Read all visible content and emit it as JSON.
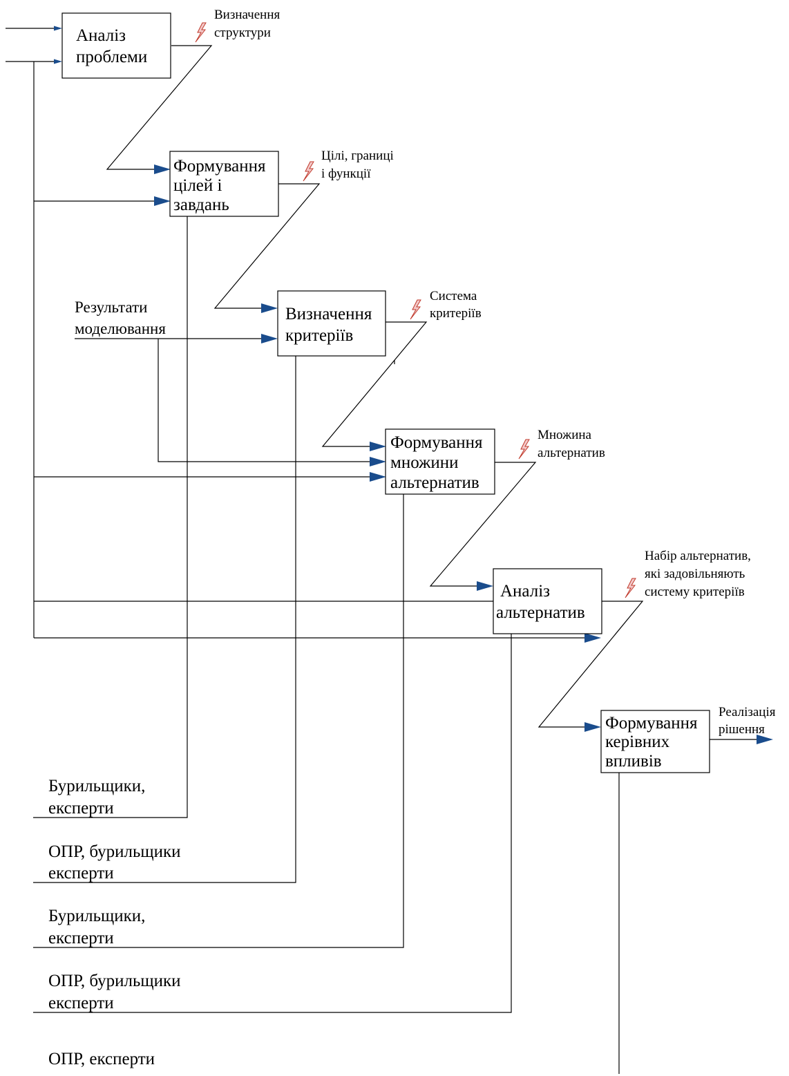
{
  "colors": {
    "arrow": "#1a4c8c",
    "bolt_fill": "#f3c9c9",
    "bolt_stroke": "#c0392b"
  },
  "blocks": [
    {
      "line1": "Аналіз",
      "line2": "проблеми",
      "line3": ""
    },
    {
      "line1": "Формування",
      "line2": "цілей і",
      "line3": "завдань"
    },
    {
      "line1": "Визначення",
      "line2": "критеріїв",
      "line3": ""
    },
    {
      "line1": "Формування",
      "line2": "множини",
      "line3": "альтернатив"
    },
    {
      "line1": "Аналіз",
      "line2": "альтернатив",
      "line3": ""
    },
    {
      "line1": "Формування",
      "line2": "керівних",
      "line3": "впливів"
    }
  ],
  "outputs": [
    {
      "line1": "Визначення",
      "line2": "структури",
      "line3": ""
    },
    {
      "line1": "Цілі, границі",
      "line2": "і функції",
      "line3": ""
    },
    {
      "line1": "Система",
      "line2": "критеріїв",
      "line3": ""
    },
    {
      "line1": "Множина",
      "line2": "альтернатив",
      "line3": ""
    },
    {
      "line1": "Набір альтернатив,",
      "line2": "які задовільняють",
      "line3": "систему критеріїв"
    },
    {
      "line1": "Реалізація",
      "line2": "рішення",
      "line3": ""
    }
  ],
  "inputs": {
    "modeling_line1": "Результати",
    "modeling_line2": "моделювання"
  },
  "mechanisms": [
    {
      "line1": "Бурильщики,",
      "line2": "експерти"
    },
    {
      "line1": "ОПР, бурильщики",
      "line2": "експерти"
    },
    {
      "line1": "Бурильщики,",
      "line2": "експерти"
    },
    {
      "line1": "ОПР, бурильщики",
      "line2": "експерти"
    },
    {
      "line1": "ОПР, експерти",
      "line2": ""
    }
  ]
}
